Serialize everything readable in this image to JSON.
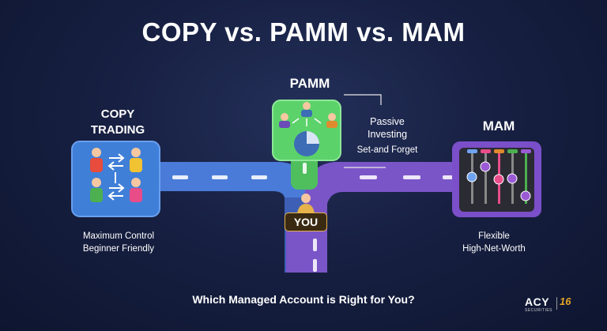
{
  "title": "COPY vs. PAMM vs. MAM",
  "copy_trading": {
    "label_line1": "COPY",
    "label_line2": "TRADING",
    "features": [
      "Maximum Control",
      "Beginner Friendly"
    ]
  },
  "pamm": {
    "label": "PAMM",
    "desc_line1": "Passive",
    "desc_line2": "Investing",
    "desc_sub": "Set-and Forget"
  },
  "mam": {
    "label": "MAM",
    "features": [
      "Flexible",
      "High-Net-Worth"
    ]
  },
  "you_label": "YOU",
  "footer": "Which Managed Account is Right for You?",
  "logo": {
    "text": "ACY",
    "sub": "SECURITIES",
    "number": "16"
  },
  "colors": {
    "copy_blue": "#3f7fd8",
    "pamm_green": "#5bd26a",
    "mam_purple": "#7b4fc9",
    "road_blue": "#3e6fc8",
    "road_purple": "#7a55c8",
    "you_gold": "#e6b24a"
  }
}
